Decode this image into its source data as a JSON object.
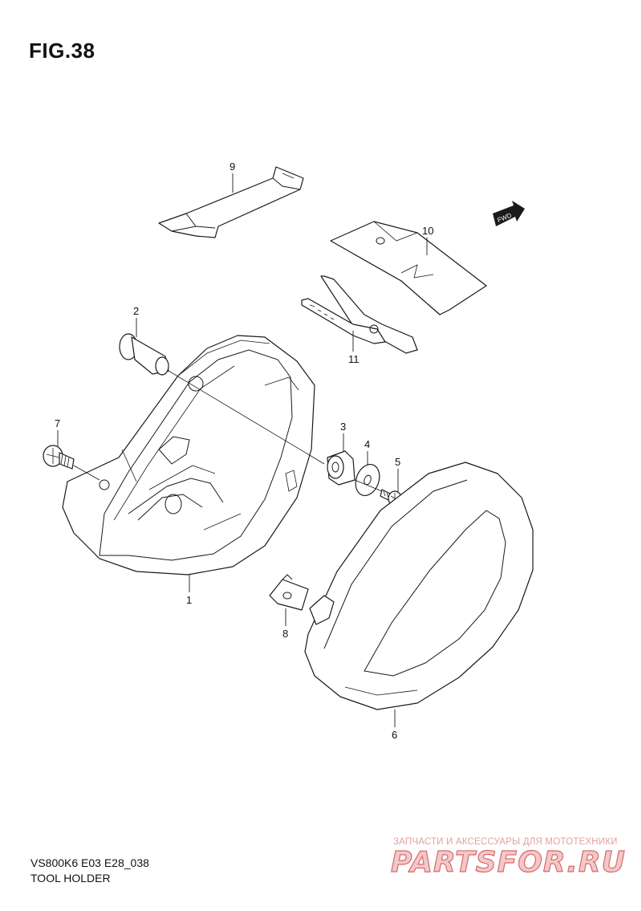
{
  "figure": {
    "title": "FIG.38"
  },
  "footer": {
    "model_code": "VS800K6 E03 E28_038",
    "caption": "TOOL HOLDER"
  },
  "watermark": {
    "subtitle": "ЗАПЧАСТИ И АКСЕССУАРЫ ДЛЯ МОТОТЕХНИКИ",
    "brand": "PARTSFOR.RU"
  },
  "fwd_badge": {
    "label": "FWD"
  },
  "callouts": [
    "1",
    "2",
    "3",
    "4",
    "5",
    "6",
    "7",
    "8",
    "9",
    "10",
    "11"
  ]
}
